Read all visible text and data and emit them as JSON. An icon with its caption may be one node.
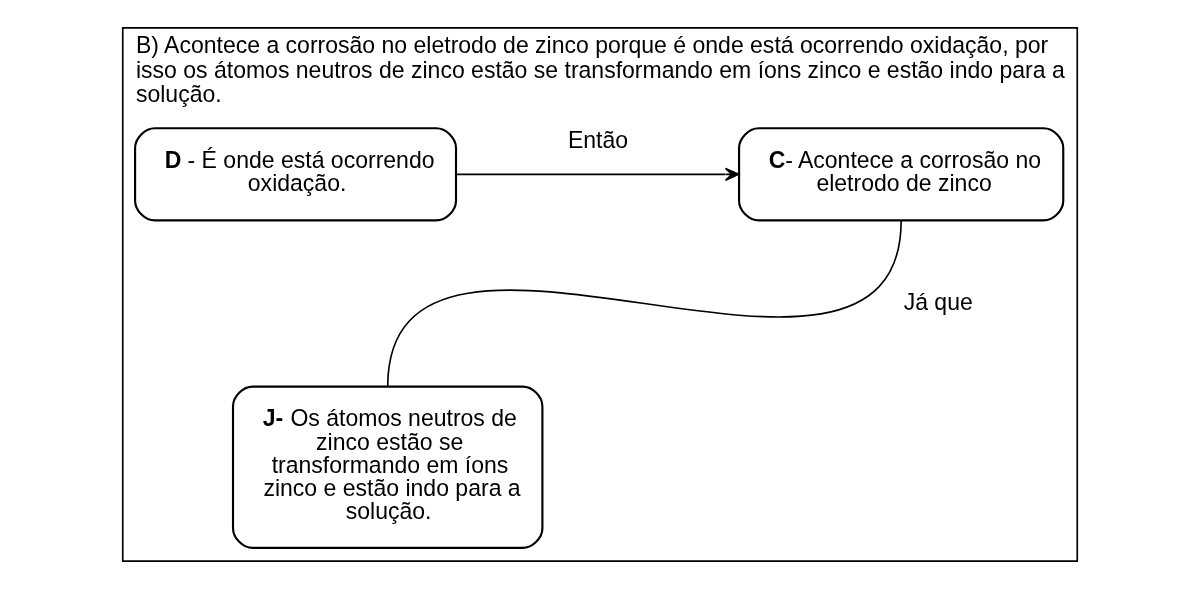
{
  "diagram": {
    "nodes": [
      {
        "text": [
          "B) Acontece a corrosão no eletrodo de zinco porque é onde está ocorrendo oxidação, por isso os átomos neutros de zinco estão se transformando em íons zinco e estão indo para a solução."
        ]
      },
      {
        "text": [
          "**D** - É onde está ocorrendo oxidação."
        ],
        "in": 0
      },
      {
        "text": [
          "**C**- Acontece a corrosão no eletrodo de zinco"
        ],
        "in": 0
      },
      {
        "text": [
          "**J-** Os átomos neutros de zinco estão se transformando em íons zinco e estão indo para a solução."
        ],
        "in": 0
      }
    ],
    "edges": [
      {
        "from": 1,
        "to": 2,
        "arrow": "to",
        "label": "Então"
      },
      {
        "from": 3,
        "to": 2,
        "arrow": "none",
        "label": "Já que"
      }
    ]
  }
}
